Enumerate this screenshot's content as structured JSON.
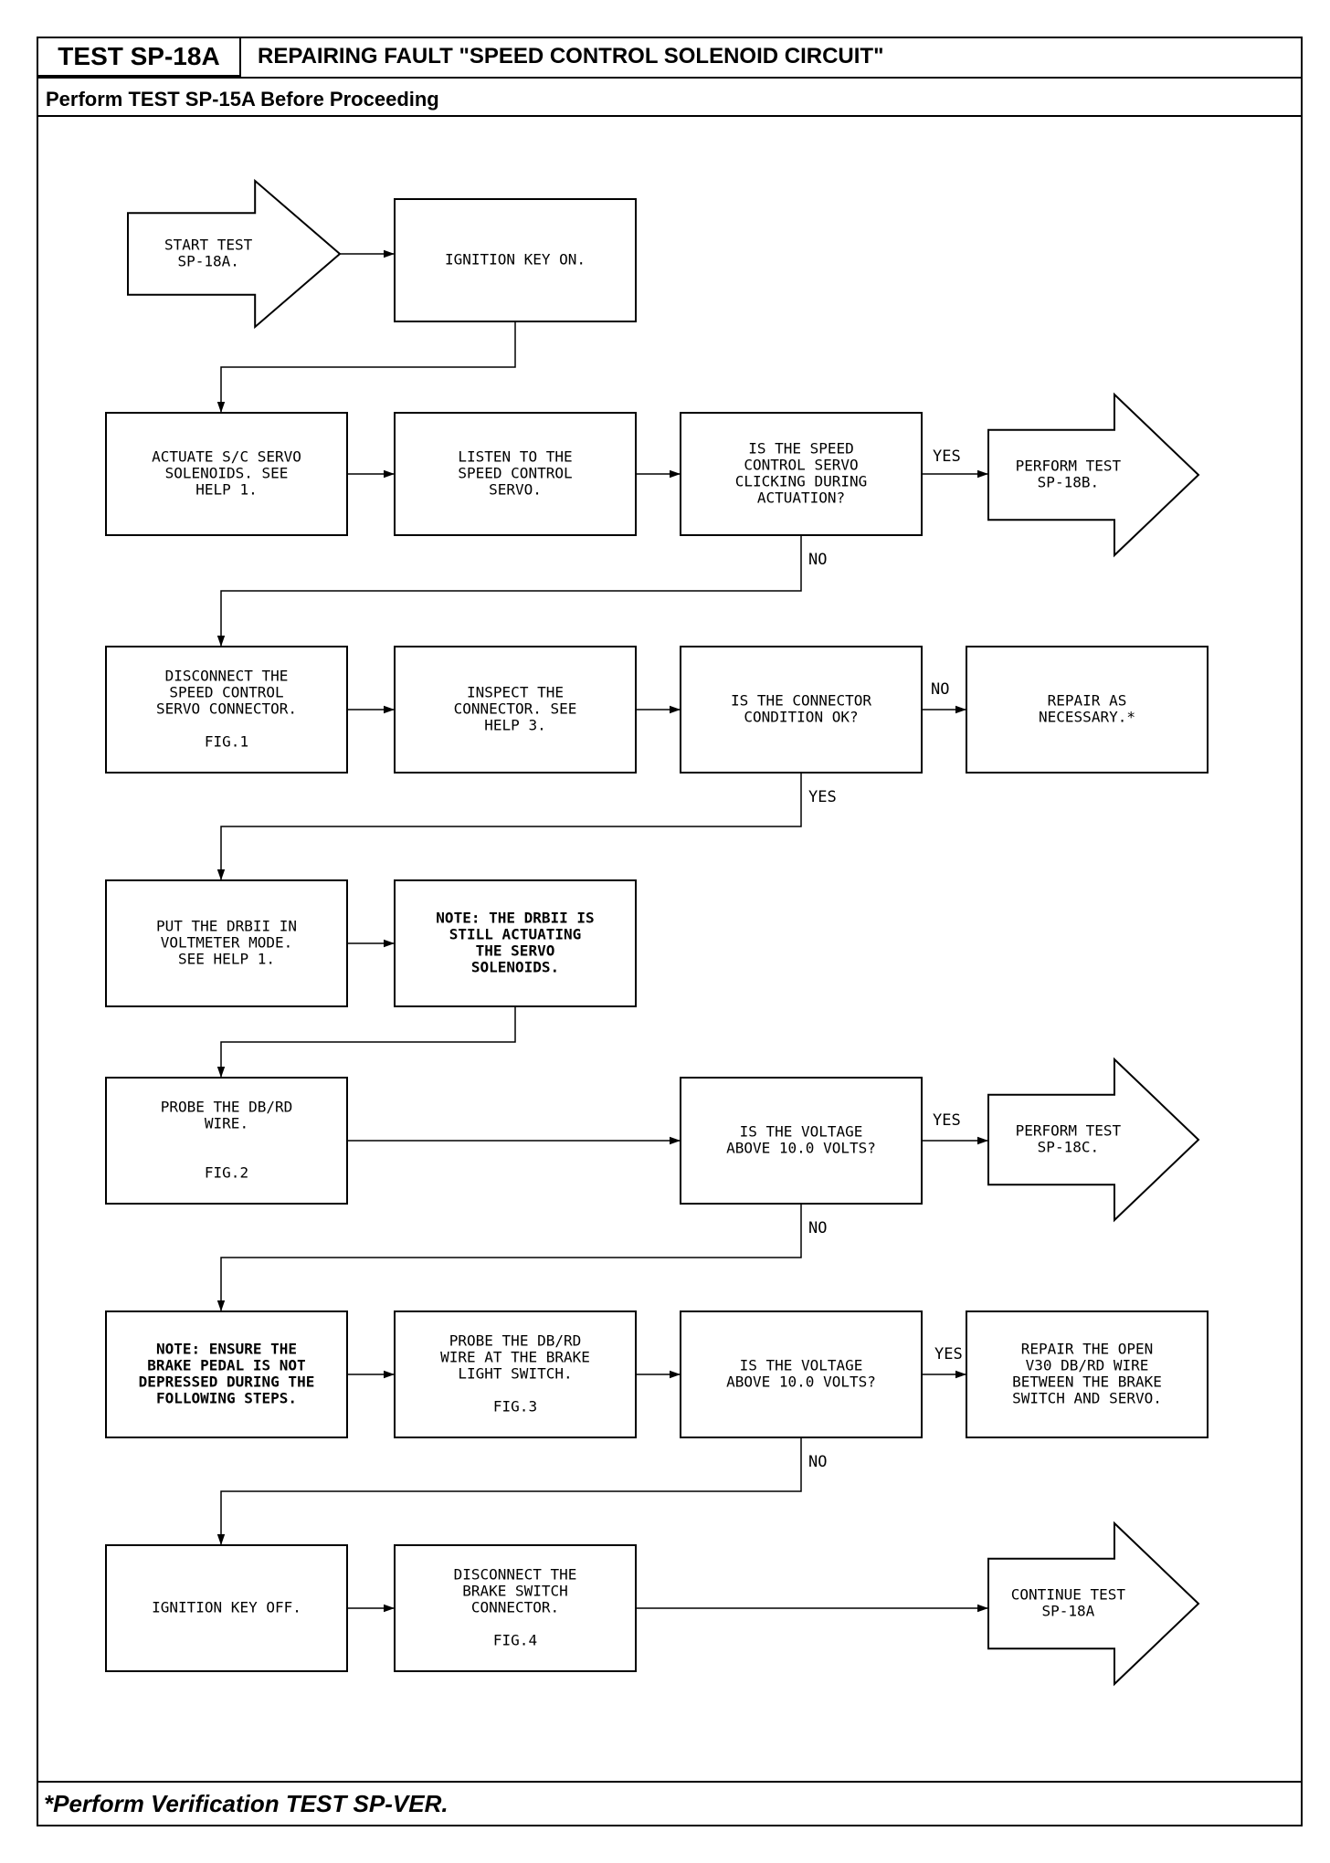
{
  "header": {
    "test_id": "TEST SP-18A",
    "title": "REPAIRING FAULT \"SPEED CONTROL SOLENOID CIRCUIT\"",
    "subtitle": "Perform TEST SP-15A Before Proceeding"
  },
  "footer": "*Perform Verification TEST SP-VER.",
  "nodes": {
    "start": {
      "shape": "arrow",
      "lines": [
        "START TEST",
        "SP-18A."
      ]
    },
    "ign_on": {
      "shape": "box",
      "lines": [
        "IGNITION KEY ON."
      ]
    },
    "actuate": {
      "shape": "box",
      "lines": [
        "ACTUATE S/C SERVO",
        "SOLENOIDS. SEE",
        "HELP 1."
      ]
    },
    "listen": {
      "shape": "box",
      "lines": [
        "LISTEN TO THE",
        "SPEED CONTROL",
        "SERVO."
      ]
    },
    "q_click": {
      "shape": "box",
      "lines": [
        "IS THE SPEED",
        "CONTROL SERVO",
        "CLICKING DURING",
        "ACTUATION?"
      ]
    },
    "perf_18b": {
      "shape": "arrow",
      "lines": [
        "PERFORM TEST",
        "SP-18B."
      ]
    },
    "disconnect": {
      "shape": "box",
      "lines": [
        "DISCONNECT THE",
        "SPEED CONTROL",
        "SERVO CONNECTOR.",
        "",
        "FIG.1"
      ]
    },
    "inspect": {
      "shape": "box",
      "lines": [
        "INSPECT THE",
        "CONNECTOR. SEE",
        "HELP 3."
      ]
    },
    "q_conn": {
      "shape": "box",
      "lines": [
        "IS THE CONNECTOR",
        "CONDITION OK?"
      ]
    },
    "repair": {
      "shape": "box",
      "lines": [
        "REPAIR AS",
        "NECESSARY.*"
      ]
    },
    "drbii": {
      "shape": "box",
      "lines": [
        "PUT THE DRBII IN",
        "VOLTMETER MODE.",
        "SEE HELP 1."
      ]
    },
    "note1": {
      "shape": "box",
      "bold": true,
      "lines": [
        "NOTE: THE DRBII IS",
        "STILL ACTUATING",
        "THE SERVO",
        "SOLENOIDS."
      ]
    },
    "probe1": {
      "shape": "box",
      "lines": [
        "PROBE THE DB/RD",
        "WIRE.",
        "",
        "",
        "FIG.2"
      ]
    },
    "q_v1": {
      "shape": "box",
      "lines": [
        "IS THE VOLTAGE",
        "ABOVE 10.0 VOLTS?"
      ]
    },
    "perf_18c": {
      "shape": "arrow",
      "lines": [
        "PERFORM TEST",
        "SP-18C."
      ]
    },
    "note2": {
      "shape": "box",
      "bold": true,
      "lines": [
        "NOTE: ENSURE THE",
        "BRAKE PEDAL IS NOT",
        "DEPRESSED DURING THE",
        "FOLLOWING STEPS."
      ]
    },
    "probe2": {
      "shape": "box",
      "lines": [
        "PROBE THE DB/RD",
        "WIRE AT THE BRAKE",
        "LIGHT SWITCH.",
        "",
        "FIG.3"
      ]
    },
    "q_v2": {
      "shape": "box",
      "lines": [
        "IS THE VOLTAGE",
        "ABOVE 10.0 VOLTS?"
      ]
    },
    "repair_open": {
      "shape": "box",
      "lines": [
        "REPAIR THE OPEN",
        "V30 DB/RD WIRE",
        "BETWEEN THE BRAKE",
        "SWITCH AND SERVO."
      ]
    },
    "ign_off": {
      "shape": "box",
      "lines": [
        "IGNITION KEY OFF."
      ]
    },
    "disc_brake": {
      "shape": "box",
      "lines": [
        "DISCONNECT THE",
        "BRAKE SWITCH",
        "CONNECTOR.",
        "",
        "FIG.4"
      ]
    },
    "continue": {
      "shape": "arrow",
      "lines": [
        "CONTINUE TEST",
        "SP-18A"
      ]
    }
  },
  "edge_labels": {
    "click_yes": "YES",
    "click_no": "NO",
    "conn_no": "NO",
    "conn_yes": "YES",
    "v1_yes": "YES",
    "v1_no": "NO",
    "v2_yes": "YES",
    "v2_no": "NO"
  }
}
